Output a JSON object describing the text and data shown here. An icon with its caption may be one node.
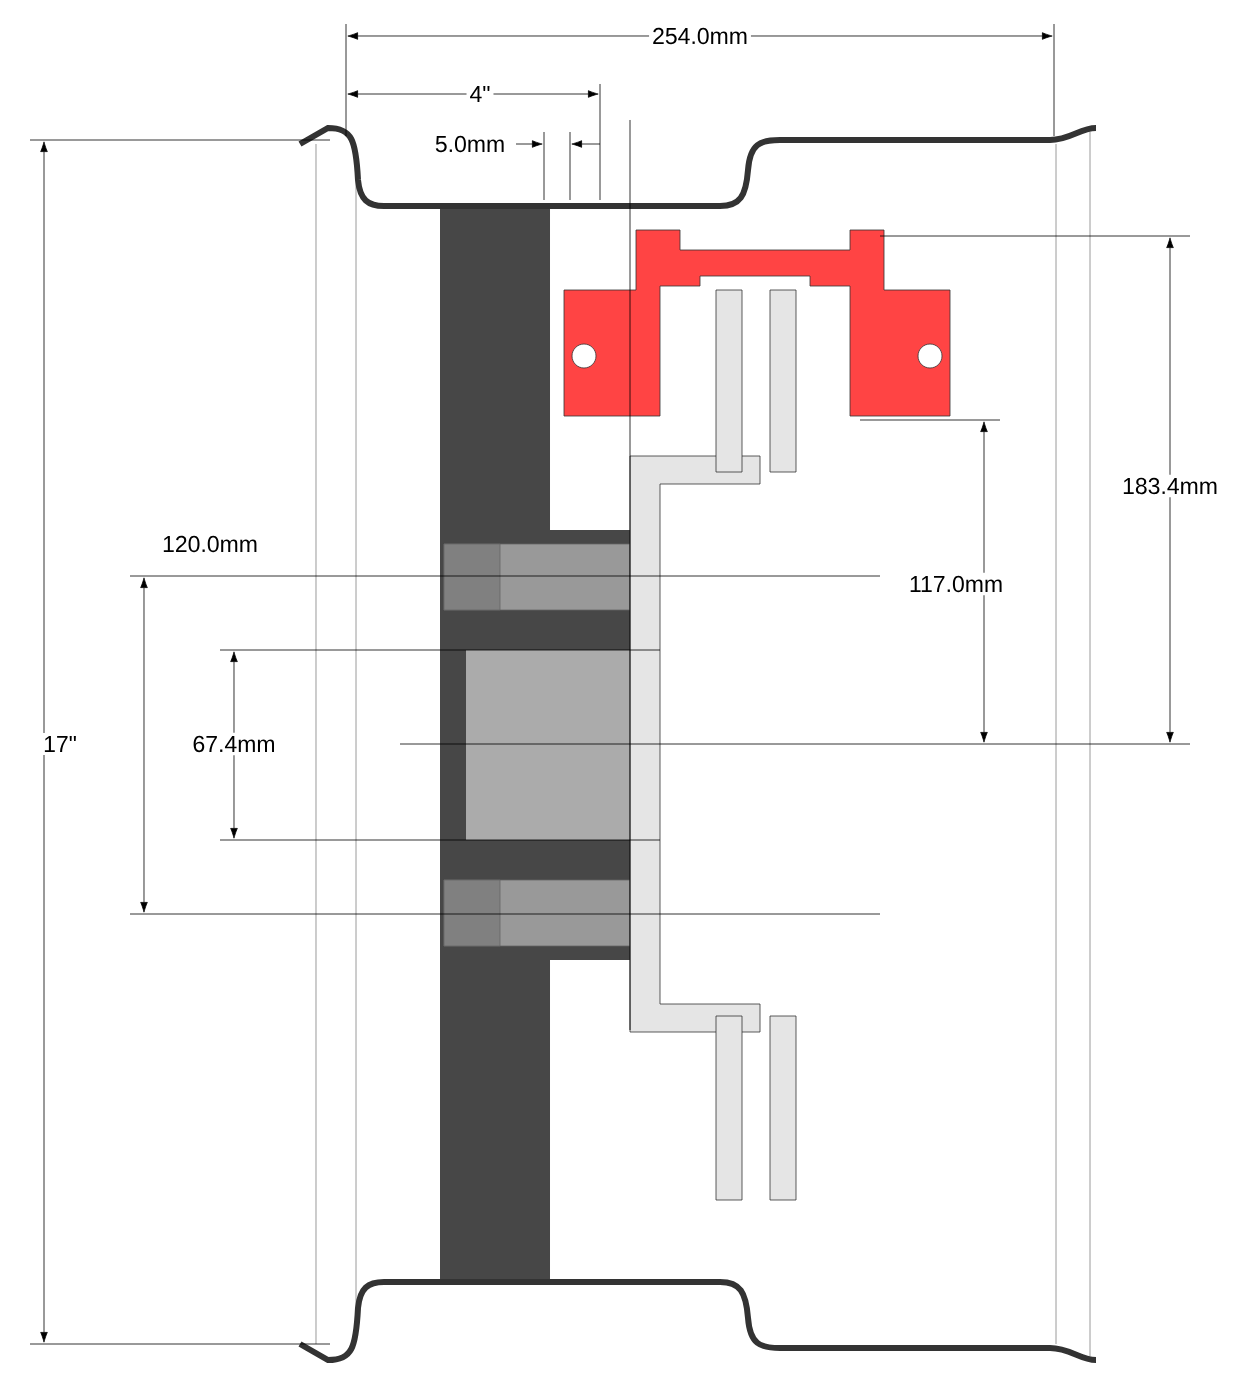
{
  "diagram": {
    "labels": [
      "254.0mm",
      "4\"",
      "5.0mm",
      "183.4mm",
      "120.0mm",
      "117.0mm",
      "67.4mm",
      "17\""
    ]
  }
}
